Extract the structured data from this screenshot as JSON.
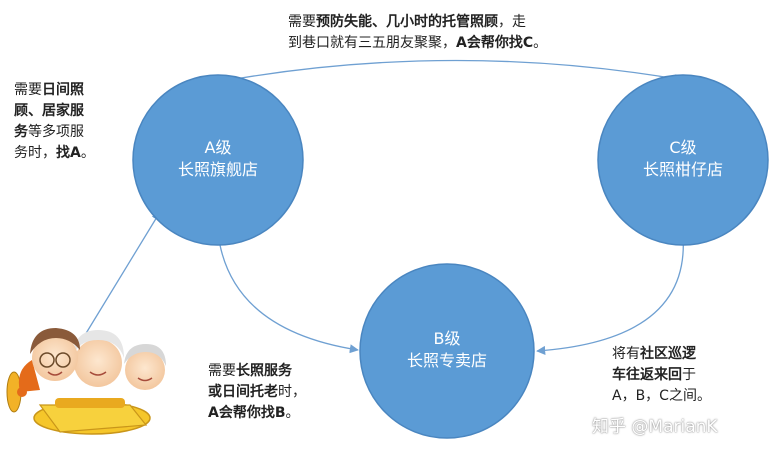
{
  "nodes": {
    "a": {
      "line1": "A级",
      "line2": "长照旗舰店"
    },
    "b": {
      "line1": "B级",
      "line2": "长照专卖店"
    },
    "c": {
      "line1": "C级",
      "line2": "长照柑仔店"
    }
  },
  "notes": {
    "top": {
      "t1": "需要",
      "b1": "预防失能、几小时的托管照顾",
      "t2": "，走",
      "t3": "到巷口就有三五朋友聚聚，",
      "b2": "A会帮你找C",
      "t4": "。"
    },
    "left": {
      "t1": "需要",
      "b1": "日间照",
      "b2": "顾、居家服",
      "b3": "务",
      "t2": "等多项服",
      "t3": "务时，",
      "b4": "找A",
      "t4": "。"
    },
    "middle": {
      "t1": "需要",
      "b1": "长照服务",
      "t2": "或日间托老",
      "t3": "时，",
      "b2": "A会帮你找B",
      "t4": "。"
    },
    "right": {
      "t1": "将有",
      "b1": "社区巡逻",
      "b2": "车往返来回",
      "t2": "于",
      "t3": "A，B，C之间。"
    }
  },
  "watermark": "知乎 @MarianK",
  "colors": {
    "node_fill": "#5b9bd5",
    "node_edge": "#4a86c0",
    "arrow": "#6fa0d2"
  }
}
